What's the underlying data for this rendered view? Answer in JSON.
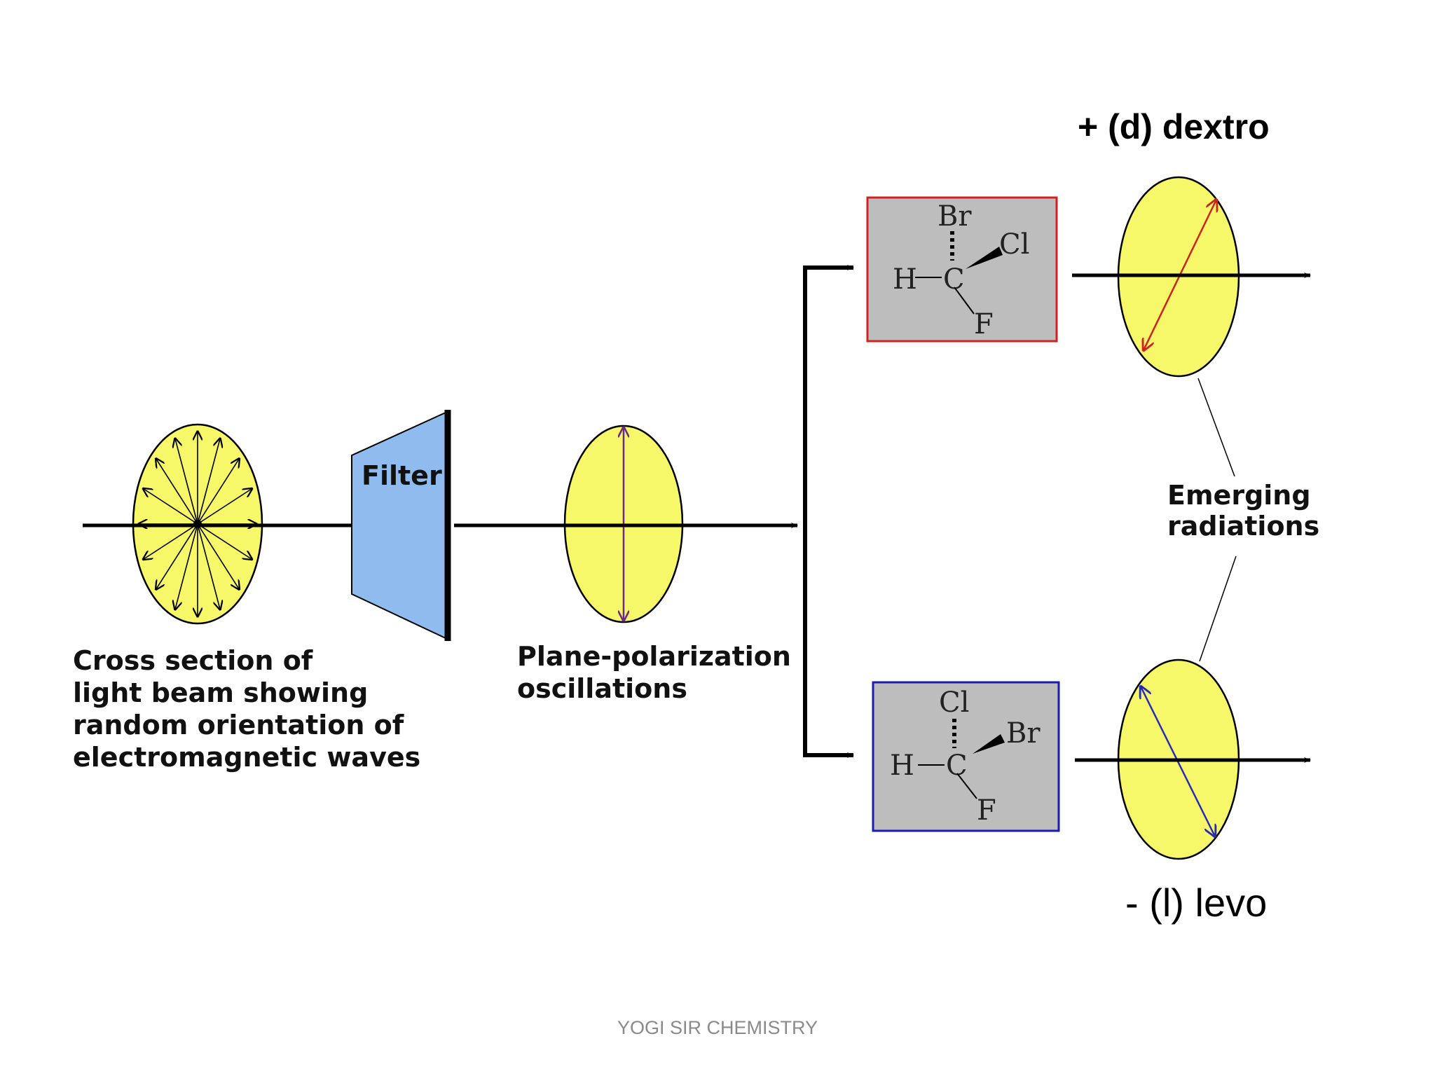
{
  "labels": {
    "dextro": "+ (d) dextro",
    "levo": "- (l) levo",
    "filter": "Filter",
    "cross_section": [
      "Cross section of",
      "light beam showing",
      "random orientation of",
      "electromagnetic waves"
    ],
    "plane_polarization": [
      "Plane-polarization",
      "oscillations"
    ],
    "emerging": [
      "Emerging",
      "radiations"
    ]
  },
  "molecules": {
    "top": {
      "up": "Br",
      "right": "Cl",
      "left": "H",
      "center": "C",
      "down": "F",
      "border_color": "#d42020"
    },
    "bottom": {
      "up": "Cl",
      "right": "Br",
      "left": "H",
      "center": "C",
      "down": "F",
      "border_color": "#1c1cb0"
    }
  },
  "footer": "YOGI SIR CHEMISTRY",
  "colors": {
    "ellipse_fill": "#f7f76a",
    "filter_fill": "#8fbbef",
    "dextro_arrow": "#cc2222",
    "levo_arrow": "#2a2ab8",
    "polarization_arrow": "#6a2a8a",
    "molecule_box_fill": "#bdbdbd"
  }
}
